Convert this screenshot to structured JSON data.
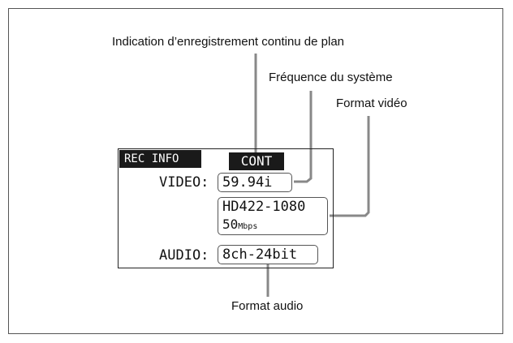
{
  "labels": {
    "cont_indication": "Indication d’enregistrement continu de plan",
    "system_frequency": "Fréquence du système",
    "video_format": "Format vidéo",
    "audio_format": "Format audio"
  },
  "screen": {
    "rec_info": "REC INFO",
    "cont": "CONT",
    "video_label": "VIDEO:",
    "video_frequency": "59.94i",
    "video_format_line1": "HD422-1080",
    "video_bitrate_value": "50",
    "video_bitrate_unit": "Mbps",
    "audio_label": "AUDIO:",
    "audio_format": "8ch-24bit"
  },
  "colors": {
    "line": "#888888",
    "tag_bg": "#1a1a1a"
  }
}
